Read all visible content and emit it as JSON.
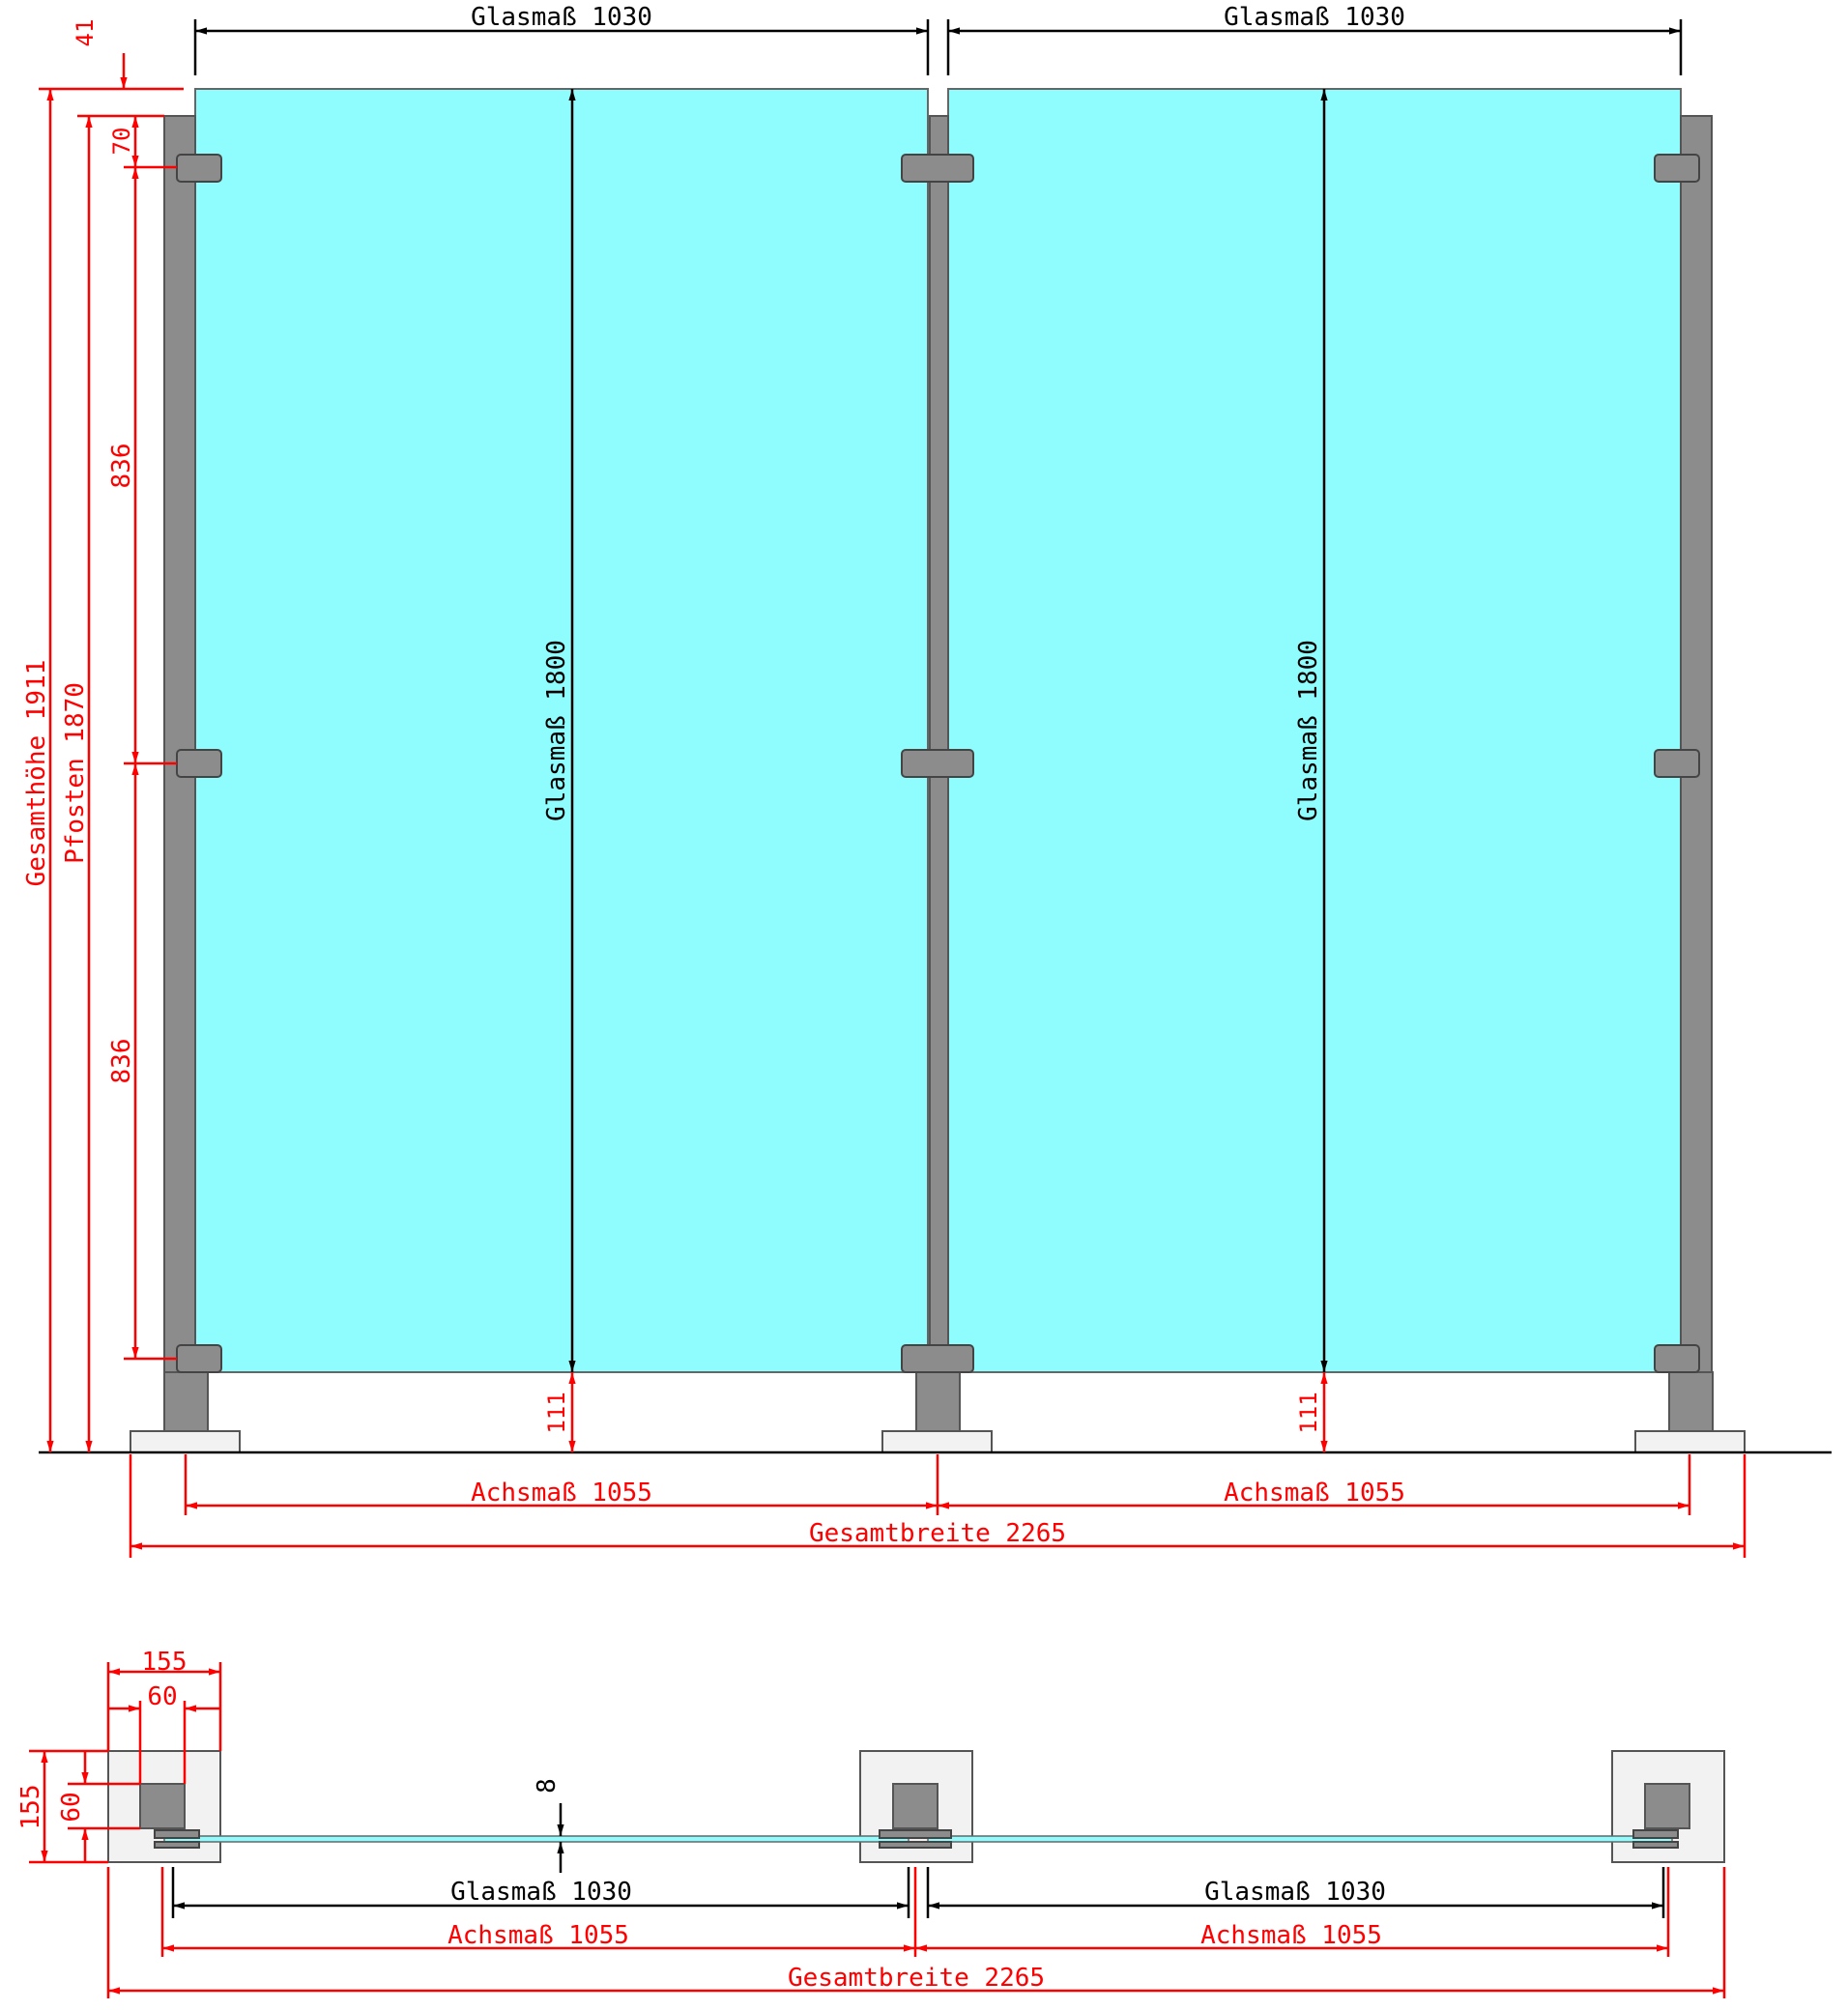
{
  "colors": {
    "glass": "#8ffdfd",
    "post": "#8c8c8c",
    "dimension_red": "#ff0000",
    "dimension_black": "#000000"
  },
  "elevation": {
    "glass_width_left": "Glasmaß  1030",
    "glass_width_right": "Glasmaß  1030",
    "glass_height_left": "Glasmaß 1800",
    "glass_height_right": "Glasmaß 1800",
    "total_height": "Gesamthöhe 1911",
    "post_height": "Pfosten 1870",
    "top_offset": "41",
    "clamp_top_offset": "70",
    "clamp_spacing_upper": "836",
    "clamp_spacing_lower": "836",
    "bottom_gap_left": "111",
    "bottom_gap_right": "111",
    "axis_left": "Achsmaß 1055",
    "axis_right": "Achsmaß 1055",
    "total_width": "Gesamtbreite 2265"
  },
  "plan": {
    "plate_width": "155",
    "post_width": "60",
    "plate_depth": "155",
    "post_depth": "60",
    "glass_thickness": "8",
    "glass_width_left": "Glasmaß  1030",
    "glass_width_right": "Glasmaß  1030",
    "axis_left": "Achsmaß  1055",
    "axis_right": "Achsmaß  1055",
    "total_width": "Gesamtbreite  2265"
  }
}
